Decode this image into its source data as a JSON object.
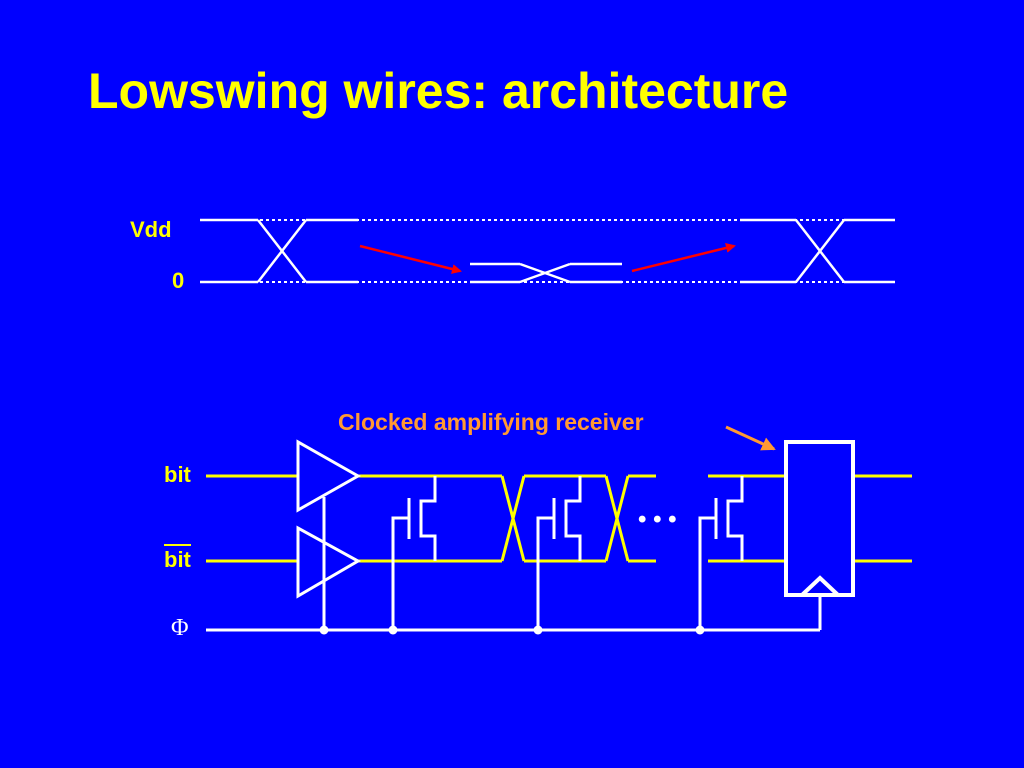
{
  "title": "Lowswing wires: architecture",
  "waveform": {
    "vdd_label": "Vdd",
    "zero_label": "0"
  },
  "circuit": {
    "bit_label": "bit",
    "bitbar_label": "bit",
    "clock_label": "Φ",
    "receiver_label": "Clocked amplifying receiver",
    "ellipsis": "• • •"
  },
  "colors": {
    "background": "#0000ff",
    "title": "#ffff00",
    "wire": "#ffff00",
    "circuit": "#ffffff",
    "arrow_red": "#ff0000",
    "arrow_orange": "#ff9933"
  }
}
